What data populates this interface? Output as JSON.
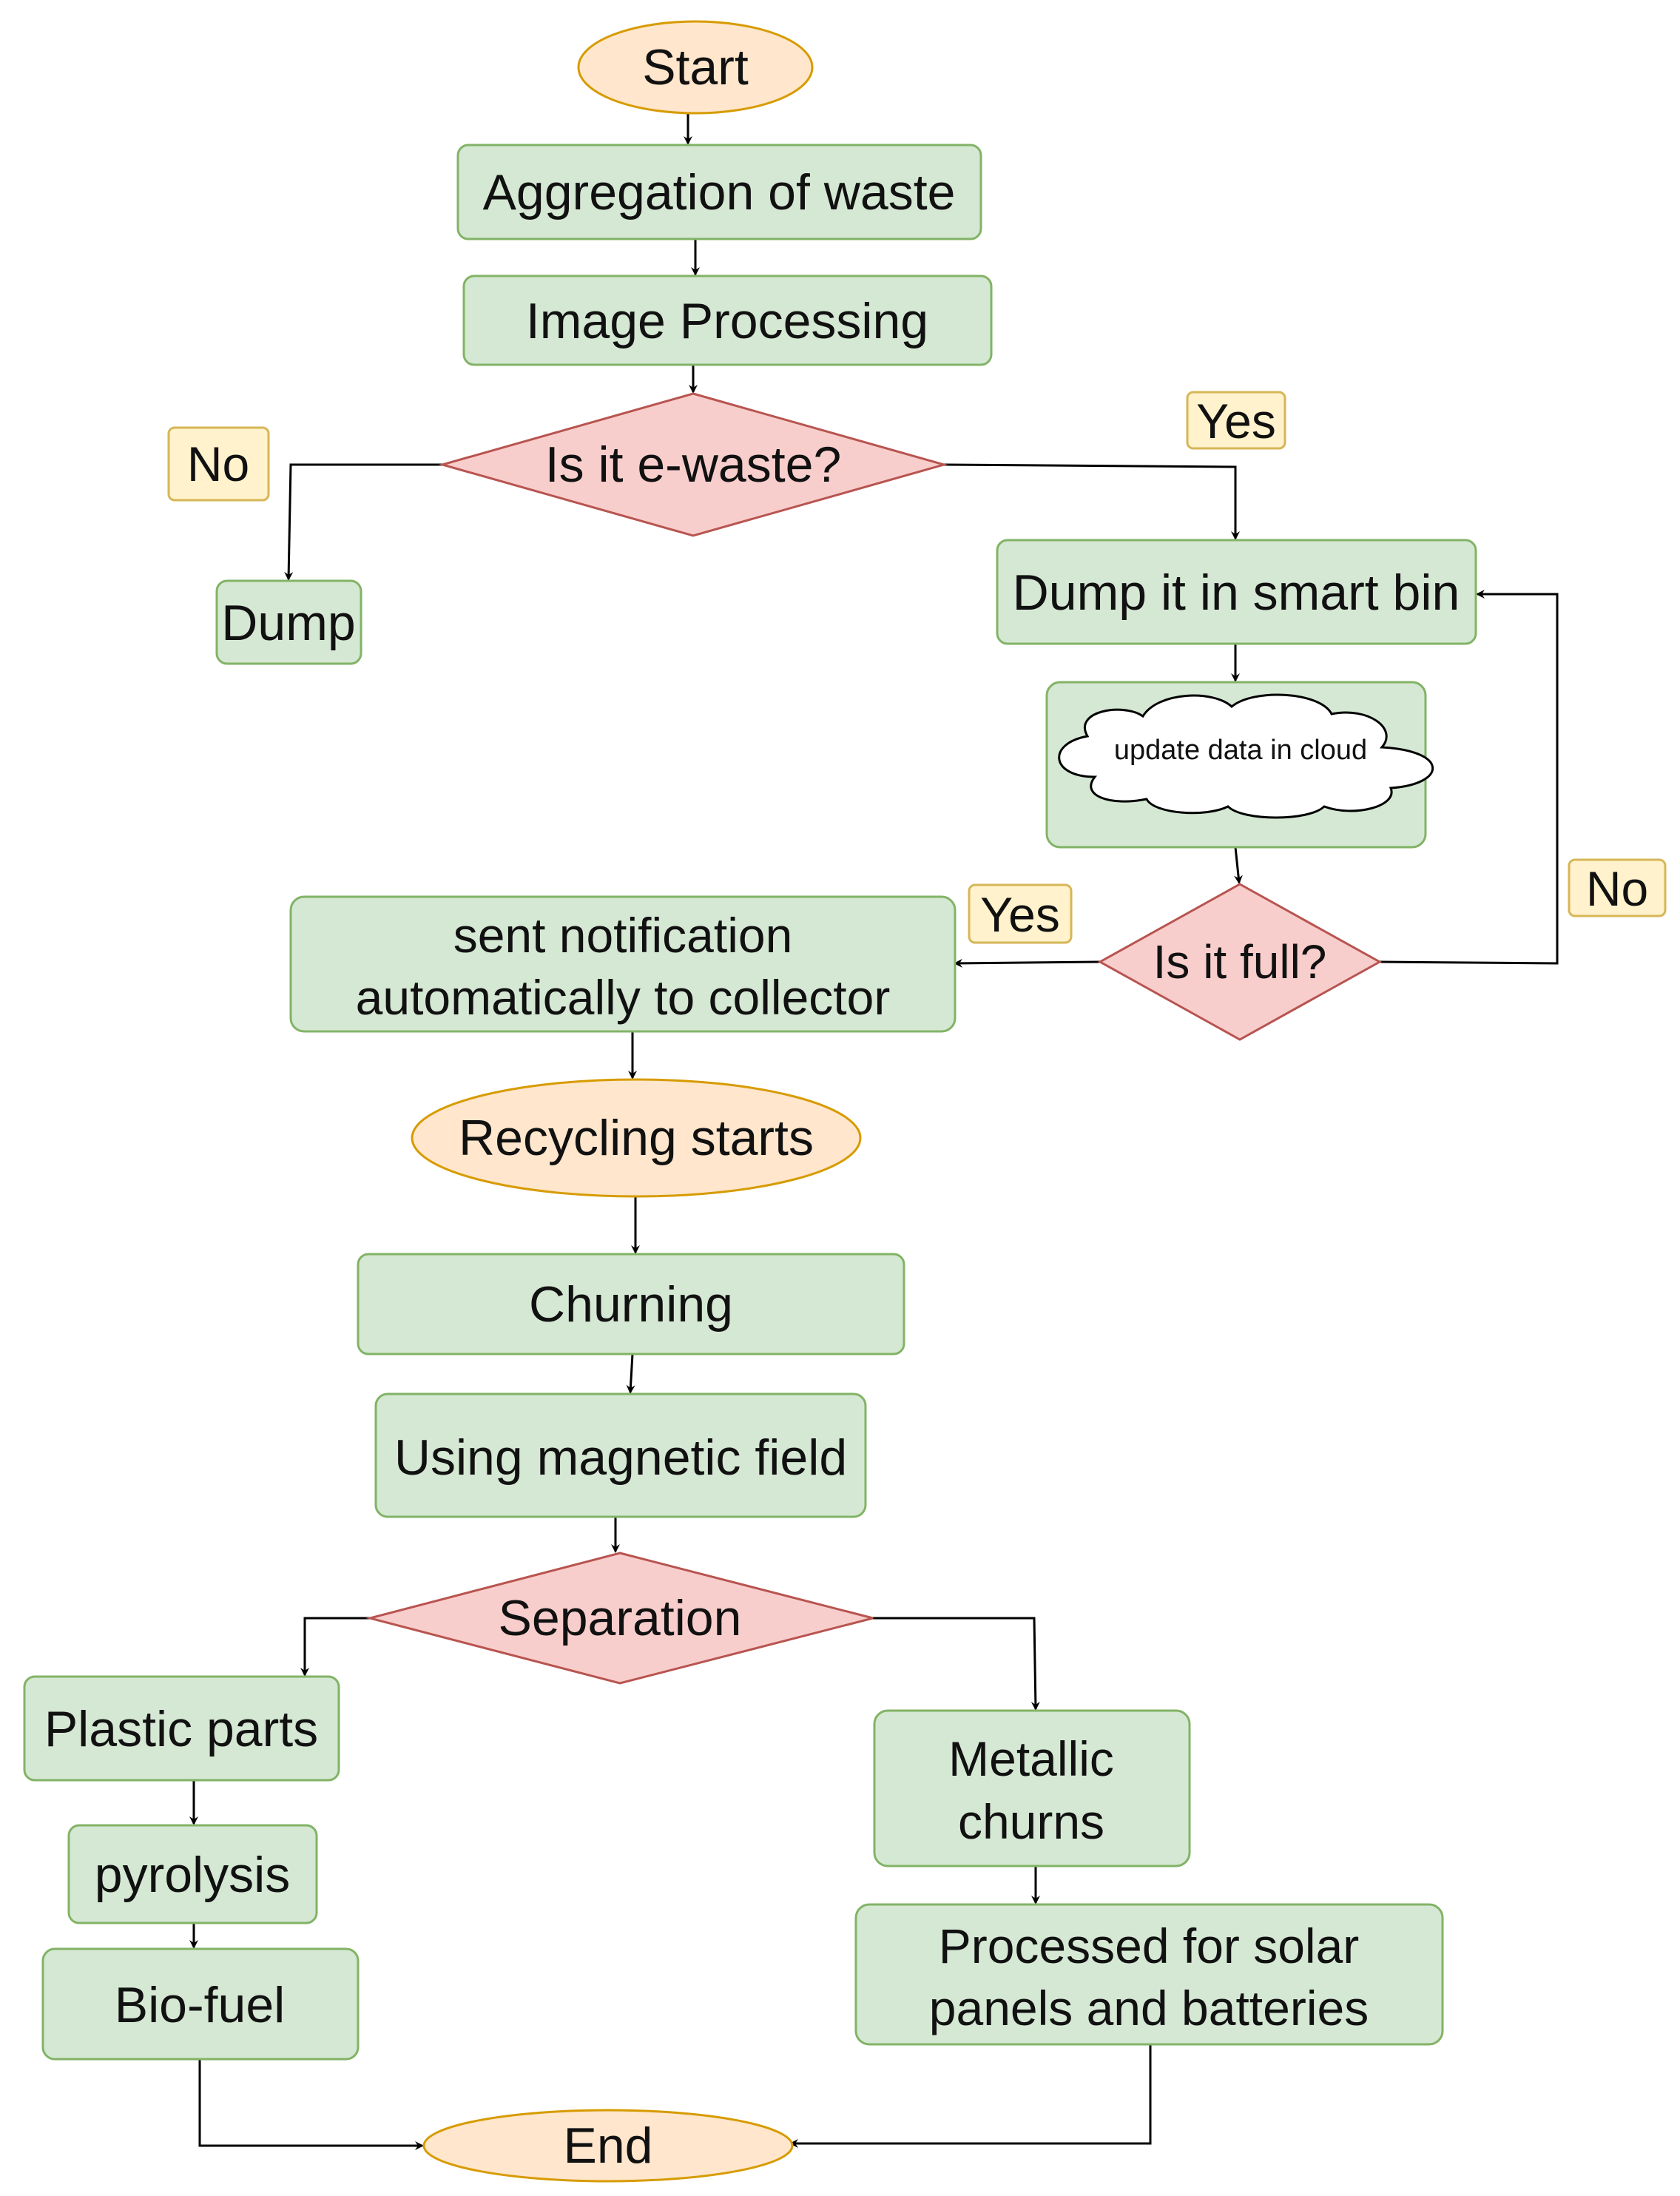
{
  "colors": {
    "process_fill": "#d5e8d4",
    "process_stroke": "#82b366",
    "terminal_fill": "#ffe6cc",
    "terminal_stroke": "#d79b00",
    "decision_fill": "#f8cecc",
    "decision_stroke": "#b85450",
    "label_fill": "#fff2cc",
    "label_stroke": "#d6b656",
    "cloud_fill": "#ffffff",
    "cloud_stroke": "#000000",
    "edge": "#000000"
  },
  "nodes": {
    "start": "Start",
    "aggregation": "Aggregation of waste",
    "image_processing": "Image Processing",
    "is_ewaste": "Is it e-waste?",
    "dump": "Dump",
    "smart_bin": "Dump it in smart bin",
    "cloud": "update data in cloud",
    "is_full": "Is it full?",
    "notify_line1": "sent notification",
    "notify_line2": "automatically to collector",
    "recycling": "Recycling starts",
    "churning": "Churning",
    "magnetic": "Using magnetic field",
    "separation": "Separation",
    "plastic": "Plastic parts",
    "pyrolysis": "pyrolysis",
    "biofuel": "Bio-fuel",
    "metallic_line1": "Metallic",
    "metallic_line2": "churns",
    "solar_line1": "Processed for solar",
    "solar_line2": "panels and batteries",
    "end": "End"
  },
  "labels": {
    "no_ewaste": "No",
    "yes_ewaste": "Yes",
    "yes_full": "Yes",
    "no_full": "No"
  }
}
